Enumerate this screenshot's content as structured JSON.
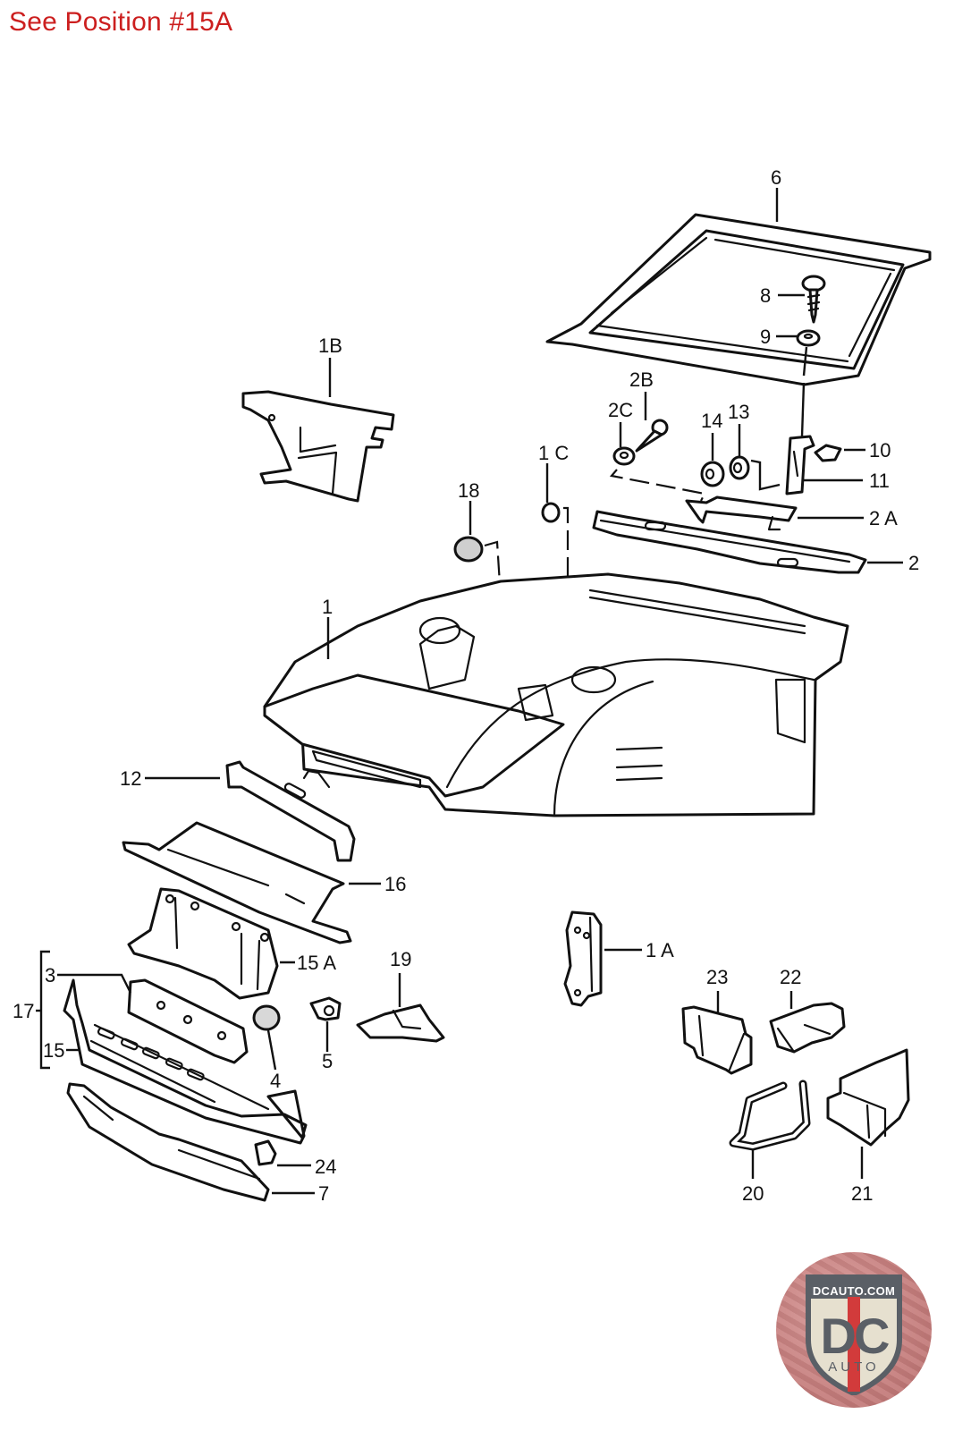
{
  "header_note": "See Position #15A",
  "diagram": {
    "type": "exploded parts diagram",
    "callouts": {
      "p1": "1",
      "p1A": "1 A",
      "p1B": "1B",
      "p1C": "1 C",
      "p2": "2",
      "p2A": "2 A",
      "p2B": "2B",
      "p2C": "2C",
      "p3": "3",
      "p4": "4",
      "p5": "5",
      "p6": "6",
      "p7": "7",
      "p8": "8",
      "p9": "9",
      "p10": "10",
      "p11": "11",
      "p12": "12",
      "p13": "13",
      "p14": "14",
      "p15": "15",
      "p15A": "15 A",
      "p16": "16",
      "p17": "17",
      "p18": "18",
      "p19": "19",
      "p20": "20",
      "p21": "21",
      "p22": "22",
      "p23": "23",
      "p24": "24"
    },
    "assembly_groups": [
      {
        "label": "17",
        "members": [
          "3",
          "15"
        ]
      }
    ]
  },
  "logo": {
    "site": "DCAUTO.COM",
    "mark": "DC",
    "word": "AUTO",
    "colors": {
      "badge_bg": "#c77f7e",
      "shield_face": "#e6e0cf",
      "shield_border": "#5a5f66",
      "stripe": "#d23b3b"
    }
  },
  "colors": {
    "header_note": "#cc1f1f",
    "line_art": "#111111"
  }
}
